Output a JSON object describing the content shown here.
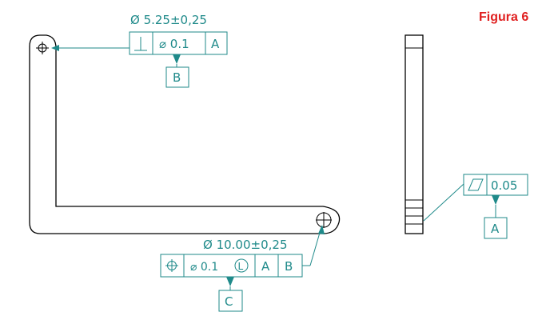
{
  "figure_label": "Figura 6",
  "callouts": {
    "top_hole": {
      "dimension": "Ø 5.25±0,25",
      "frame": {
        "symbol": "perpendicularity-symbol",
        "tolerance": "⌀ 0.1",
        "datum": "A"
      },
      "datum_id": "B"
    },
    "bottom_hole": {
      "dimension": "Ø 10.00±0,25",
      "frame": {
        "symbol": "position-symbol",
        "tolerance": "⌀ 0.1",
        "modifier": "L",
        "datum1": "A",
        "datum2": "B"
      },
      "datum_id": "C"
    },
    "side_view": {
      "frame": {
        "symbol": "flatness-symbol",
        "tolerance": "0.05"
      },
      "datum_id": "A"
    }
  },
  "colors": {
    "annotation": "#1f8a8a",
    "title": "#e02020",
    "part": "#000000"
  }
}
